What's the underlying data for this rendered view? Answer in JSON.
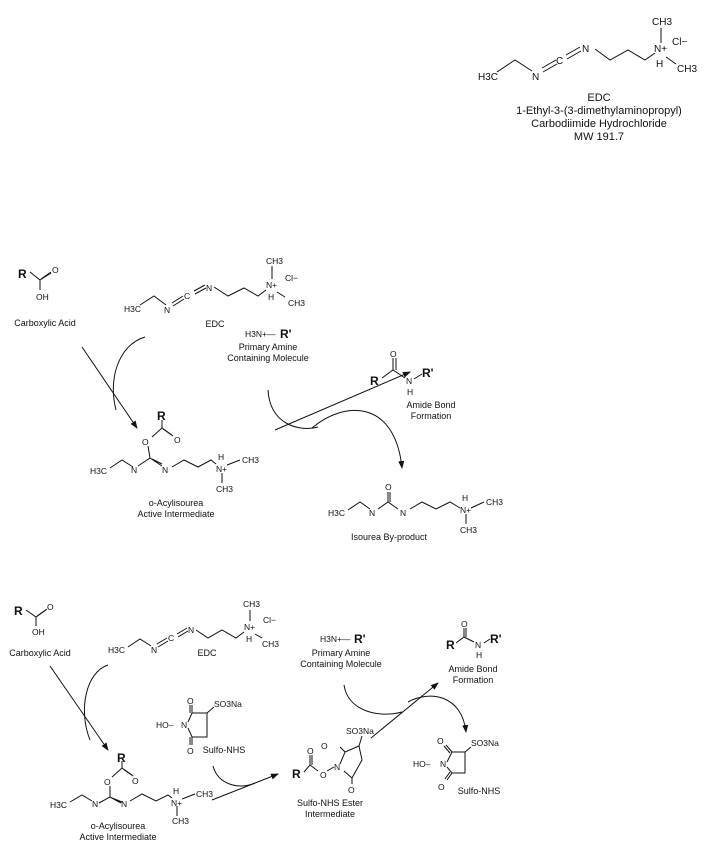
{
  "edc_header": {
    "name": "EDC",
    "full_name_line1": "1-Ethyl-3-(3-dimethylaminopropyl)",
    "full_name_line2": "Carbodiimide Hydrochloride",
    "mw": "MW 191.7"
  },
  "atoms": {
    "h3c": "H3C",
    "n": "N",
    "c": "C",
    "nplus": "N+",
    "h": "H",
    "ch3": "CH3",
    "cl": "Cl−",
    "o": "O",
    "oh": "OH",
    "r": "R",
    "rprime": "R'",
    "h3n": "H3N+—",
    "so3na": "SO3Na",
    "ho": "HO–"
  },
  "reaction1": {
    "carboxylic_acid": "Carboxylic Acid",
    "edc": "EDC",
    "intermediate_line1": "o-Acylisourea",
    "intermediate_line2": "Active Intermediate",
    "amine_line1": "Primary Amine",
    "amine_line2": "Containing Molecule",
    "amide_line1": "Amide Bond",
    "amide_line2": "Formation",
    "byproduct": "Isourea By-product"
  },
  "reaction2": {
    "carboxylic_acid": "Carboxylic Acid",
    "edc": "EDC",
    "sulfo_nhs": "Sulfo-NHS",
    "intermediate_line1": "o-Acylisourea",
    "intermediate_line2": "Active Intermediate",
    "ester_line1": "Sulfo-NHS Ester",
    "ester_line2": "Intermediate",
    "amine_line1": "Primary Amine",
    "amine_line2": "Containing Molecule",
    "amide_line1": "Amide Bond",
    "amide_line2": "Formation",
    "sulfo_nhs_product": "Sulfo-NHS"
  }
}
